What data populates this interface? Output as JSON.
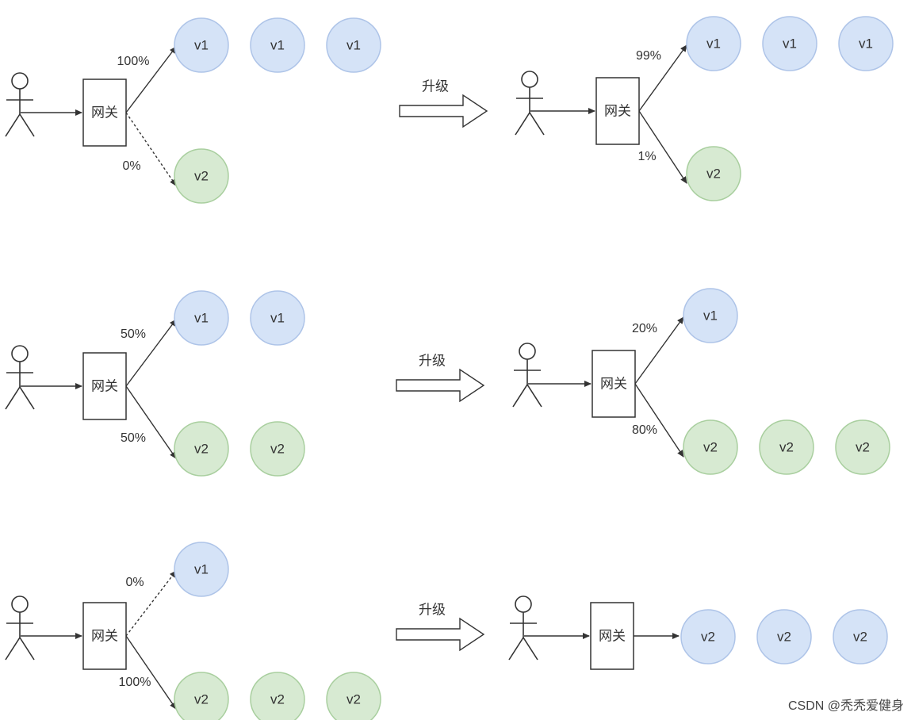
{
  "colors": {
    "v1_fill": "#d5e3f7",
    "v1_stroke": "#aec4e8",
    "v2_fill": "#d7ead2",
    "v2_stroke": "#a9cf9f",
    "line": "#333333"
  },
  "icons": {
    "user": "stick-figure-icon",
    "arrow": "hollow-right-arrow-icon"
  },
  "labels": {
    "gateway": "网关",
    "upgrade": "升级",
    "v1": "v1",
    "v2": "v2"
  },
  "rows": [
    {
      "left": {
        "top_pct": "100%",
        "bottom_pct": "0%",
        "top_nodes": [
          "v1",
          "v1",
          "v1"
        ],
        "bottom_nodes": [
          "v2"
        ],
        "top_dashed": false,
        "bottom_dashed": true
      },
      "right": {
        "top_pct": "99%",
        "bottom_pct": "1%",
        "top_nodes": [
          "v1",
          "v1",
          "v1"
        ],
        "bottom_nodes": [
          "v2"
        ],
        "top_dashed": false,
        "bottom_dashed": false
      }
    },
    {
      "left": {
        "top_pct": "50%",
        "bottom_pct": "50%",
        "top_nodes": [
          "v1",
          "v1"
        ],
        "bottom_nodes": [
          "v2",
          "v2"
        ],
        "top_dashed": false,
        "bottom_dashed": false
      },
      "right": {
        "top_pct": "20%",
        "bottom_pct": "80%",
        "top_nodes": [
          "v1"
        ],
        "bottom_nodes": [
          "v2",
          "v2",
          "v2"
        ],
        "top_dashed": false,
        "bottom_dashed": false
      }
    },
    {
      "left": {
        "top_pct": "0%",
        "bottom_pct": "100%",
        "top_nodes": [
          "v1"
        ],
        "bottom_nodes": [
          "v2",
          "v2",
          "v2"
        ],
        "top_dashed": true,
        "bottom_dashed": false
      },
      "right": {
        "direct_nodes": [
          "v2",
          "v2",
          "v2"
        ]
      }
    }
  ],
  "watermark": "CSDN @秃秃爱健身"
}
